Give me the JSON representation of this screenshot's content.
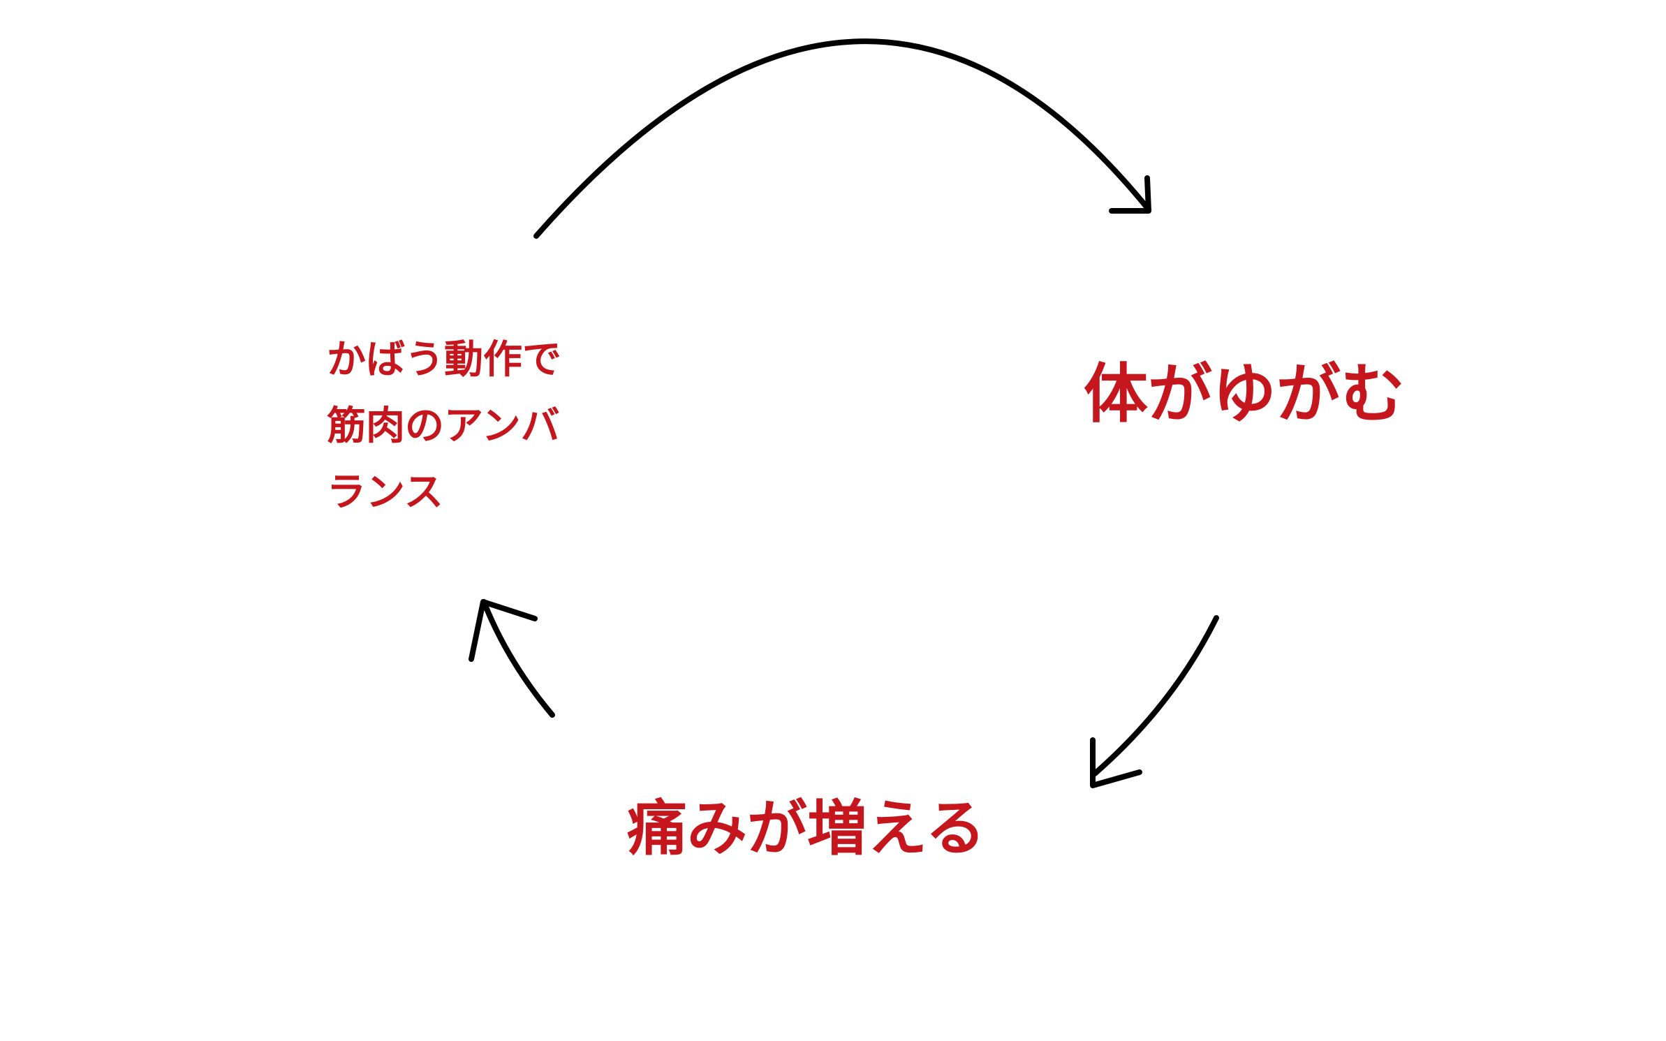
{
  "diagram": {
    "type": "cycle",
    "colors": {
      "label_text": "#c4161c",
      "arrow_stroke": "#000000",
      "background": "#ffffff"
    },
    "nodes": [
      {
        "id": "cause",
        "lines": [
          "かばう動作で",
          "筋肉のアンバ",
          "ランス"
        ]
      },
      {
        "id": "distortion",
        "label": "体がゆがむ"
      },
      {
        "id": "pain",
        "label": "痛みが増える"
      }
    ],
    "arrows": [
      {
        "from": "cause",
        "to": "distortion",
        "icon": "curved-arrow-right"
      },
      {
        "from": "distortion",
        "to": "pain",
        "icon": "curved-arrow-down-left"
      },
      {
        "from": "pain",
        "to": "cause",
        "icon": "curved-arrow-up"
      }
    ]
  }
}
